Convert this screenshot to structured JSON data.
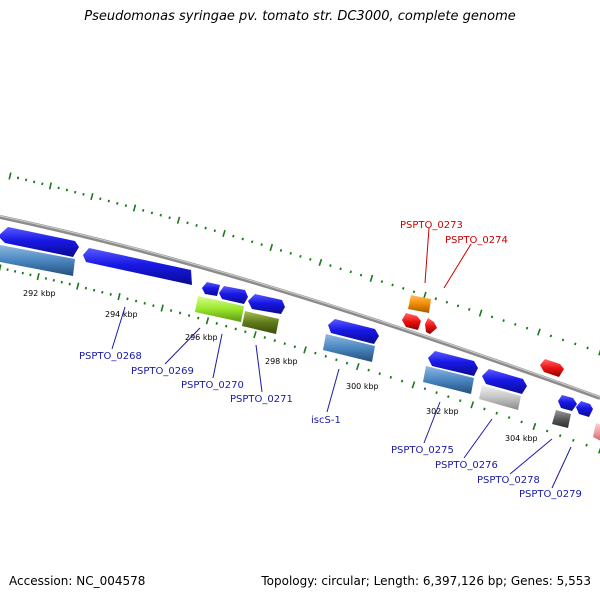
{
  "title": "Pseudomonas syringae pv. tomato str. DC3000, complete genome",
  "footer": {
    "accession": "Accession: NC_004578",
    "stats": "Topology: circular; Length: 6,397,126 bp; Genes: 5,553"
  },
  "colors": {
    "backbone": "#8c8c8c",
    "tick": "#1a7a1a",
    "label_blue": "#1a1aa8",
    "label_red": "#cc0000",
    "gene_blue": "#1818e6",
    "gene_steel": "#4a86c0",
    "gene_red": "#ee1111",
    "gene_orange": "#f08c00",
    "gene_lime": "#9ae62e",
    "gene_olive": "#5f7a1a",
    "gene_silver": "#c4c4c4",
    "gene_gray": "#5a5a5a",
    "gene_pink": "#f0a0a0"
  },
  "scale_labels": [
    "292 kbp",
    "294 kbp",
    "296 kbp",
    "298 kbp",
    "300 kbp",
    "302 kbp",
    "304 kbp"
  ],
  "gene_labels": [
    {
      "text": "PSPTO_0268",
      "color": "blue"
    },
    {
      "text": "PSPTO_0269",
      "color": "blue"
    },
    {
      "text": "PSPTO_0270",
      "color": "blue"
    },
    {
      "text": "PSPTO_0271",
      "color": "blue"
    },
    {
      "text": "iscS-1",
      "color": "blue"
    },
    {
      "text": "PSPTO_0275",
      "color": "blue"
    },
    {
      "text": "PSPTO_0276",
      "color": "blue"
    },
    {
      "text": "PSPTO_0278",
      "color": "blue"
    },
    {
      "text": "PSPTO_0279",
      "color": "blue"
    },
    {
      "text": "PSPTO_0273",
      "color": "red"
    },
    {
      "text": "PSPTO_0274",
      "color": "red"
    }
  ]
}
